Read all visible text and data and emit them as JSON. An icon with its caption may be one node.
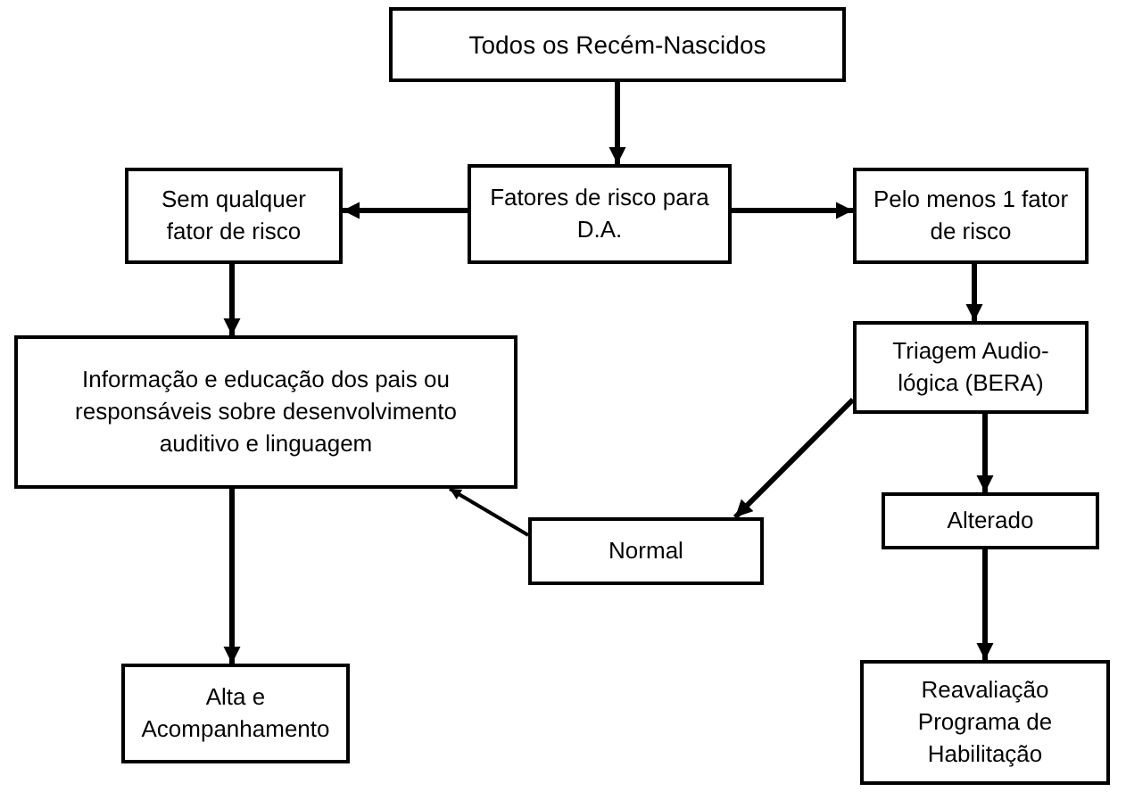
{
  "diagram": {
    "nodes": [
      {
        "text": [
          "Todos os Recém-Nascidos"
        ]
      },
      {
        "text": [
          "Sem qualquer fator de risco"
        ]
      },
      {
        "text": [
          "Fatores de risco para D.A."
        ]
      },
      {
        "text": [
          "Pelo menos 1 fator de risco"
        ]
      },
      {
        "text": [
          "Informação e educação dos pais ou responsáveis sobre desenvolvimento auditivo e linguagem"
        ]
      },
      {
        "text": [
          "Triagem Audio-lógica (BERA)"
        ]
      },
      {
        "text": [
          "Normal"
        ]
      },
      {
        "text": [
          "Alterado"
        ]
      },
      {
        "text": [
          "Alta e Acompanhamento"
        ]
      },
      {
        "text": [
          "Reavaliação Programa de Habilitação"
        ]
      }
    ],
    "edges": [
      {
        "from": 0,
        "to": 2,
        "arrow": "to"
      },
      {
        "from": 2,
        "to": 1,
        "arrow": "to"
      },
      {
        "from": 2,
        "to": 3,
        "arrow": "to"
      },
      {
        "from": 1,
        "to": 4,
        "arrow": "to"
      },
      {
        "from": 3,
        "to": 5,
        "arrow": "to"
      },
      {
        "from": 5,
        "to": 6,
        "arrow": "to"
      },
      {
        "from": 5,
        "to": 7,
        "arrow": "to"
      },
      {
        "from": 6,
        "to": 4,
        "arrow": "to"
      },
      {
        "from": 4,
        "to": 8,
        "arrow": "to"
      },
      {
        "from": 7,
        "to": 9,
        "arrow": "to"
      }
    ]
  }
}
